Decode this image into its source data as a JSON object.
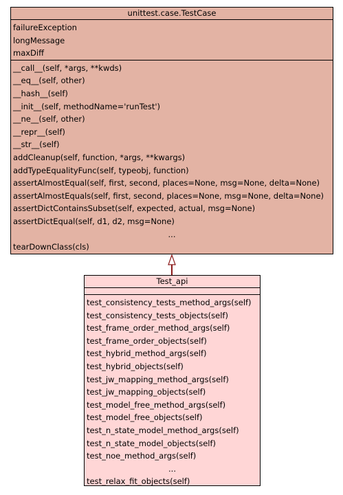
{
  "base_class": {
    "name": "unittest.case.TestCase",
    "attributes": [
      "failureException",
      "longMessage",
      "maxDiff"
    ],
    "methods": [
      "__call__(self, *args, **kwds)",
      "__eq__(self, other)",
      "__hash__(self)",
      "__init__(self, methodName='runTest')",
      "__ne__(self, other)",
      "__repr__(self)",
      "__str__(self)",
      "addCleanup(self, function, *args, **kwargs)",
      "addTypeEqualityFunc(self, typeobj, function)",
      "assertAlmostEqual(self, first, second, places=None, msg=None, delta=None)",
      "assertAlmostEquals(self, first, second, places=None, msg=None, delta=None)",
      "assertDictContainsSubset(self, expected, actual, msg=None)",
      "assertDictEqual(self, d1, d2, msg=None)"
    ],
    "ellipsis": "...",
    "last_method": "tearDownClass(cls)",
    "fill": "#e3b3a4"
  },
  "derived_class": {
    "name": "Test_api",
    "methods": [
      "test_consistency_tests_method_args(self)",
      "test_consistency_tests_objects(self)",
      "test_frame_order_method_args(self)",
      "test_frame_order_objects(self)",
      "test_hybrid_method_args(self)",
      "test_hybrid_objects(self)",
      "test_jw_mapping_method_args(self)",
      "test_jw_mapping_objects(self)",
      "test_model_free_method_args(self)",
      "test_model_free_objects(self)",
      "test_n_state_model_method_args(self)",
      "test_n_state_model_objects(self)",
      "test_noe_method_args(self)"
    ],
    "ellipsis": "...",
    "last_method": "test_relax_fit_objects(self)",
    "fill": "#ffd6d6"
  },
  "edge": {
    "type": "inheritance",
    "color": "#8b1a1a"
  }
}
